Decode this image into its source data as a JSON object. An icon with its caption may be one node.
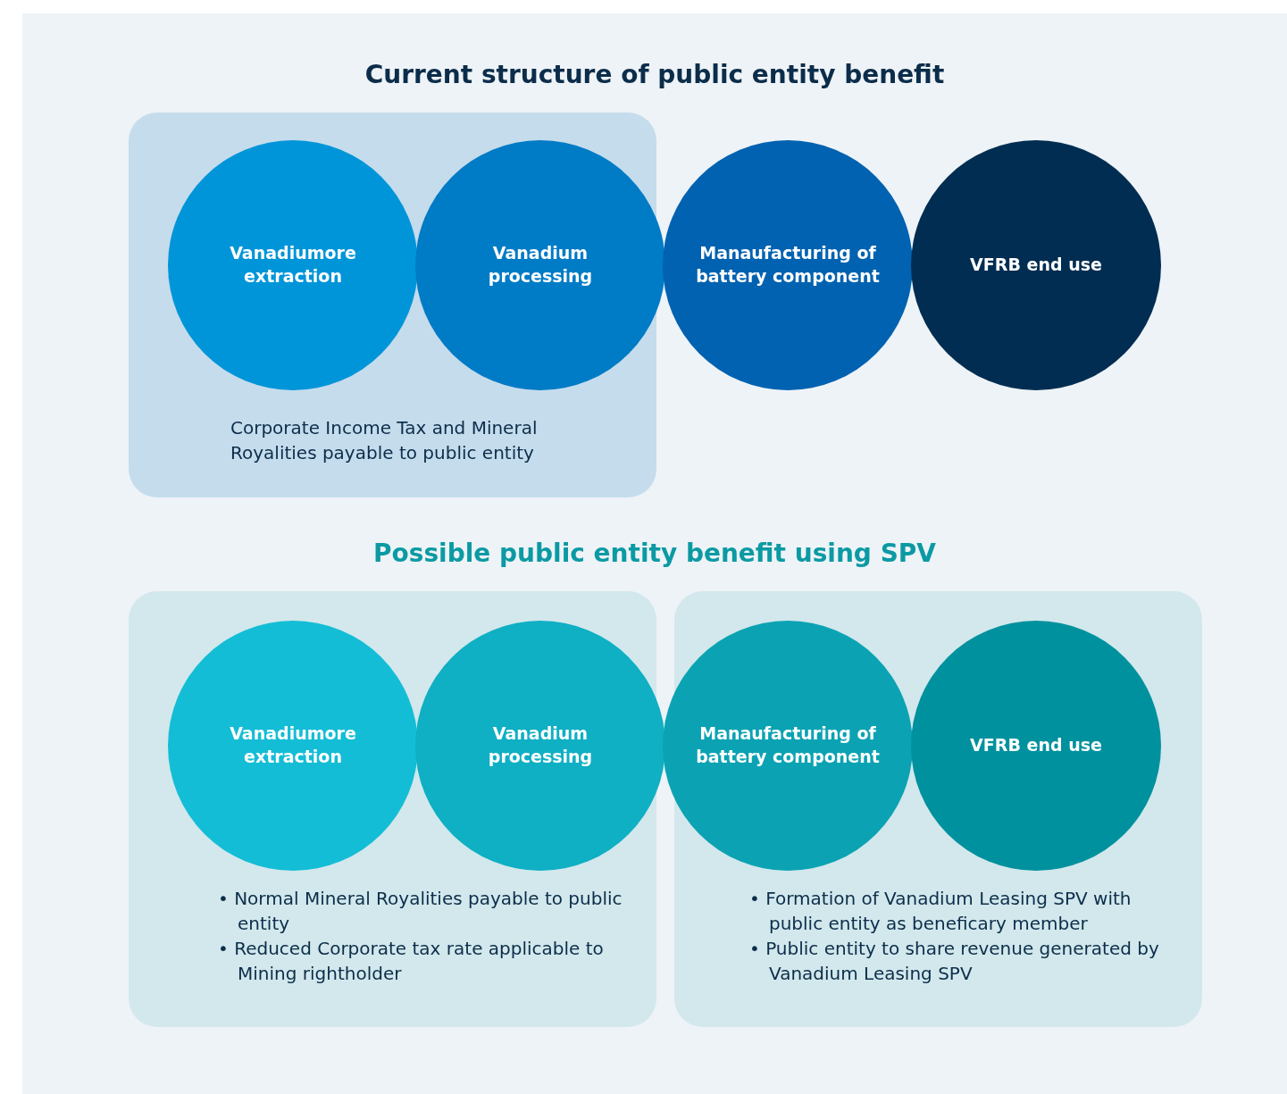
{
  "diagram": {
    "nodes": [
      {
        "text": [
          "Corporate Income Tax and Mineral Royalities payable to public entity"
        ]
      },
      {
        "text": [
          "Vanadiumore extraction"
        ],
        "in": 0
      },
      {
        "text": [
          "Vanadium processing"
        ],
        "in": 0
      },
      {
        "text": [
          "Manaufacturing of battery component"
        ]
      },
      {
        "text": [
          "VFRB end use"
        ]
      },
      {
        "text": [
          "• Normal Mineral Royalities payable to public entity",
          "• Reduced Corporate tax rate applicable to Mining rightholder"
        ]
      },
      {
        "text": [
          "Vanadiumore extraction"
        ],
        "in": 5
      },
      {
        "text": [
          "Vanadium processing"
        ],
        "in": 5
      },
      {
        "text": [
          "• Formation of Vanadium Leasing SPV with public entity as beneficary member",
          "• Public entity to share revenue generated by Vanadium Leasing SPV"
        ]
      },
      {
        "text": [
          "Manaufacturing of battery component"
        ],
        "in": 8
      },
      {
        "text": [
          "VFRB end use"
        ],
        "in": 8
      }
    ],
    "edges": [],
    "labels": [
      "Current structure of public entity benefit",
      "Possible public entity benefit using SPV"
    ]
  }
}
